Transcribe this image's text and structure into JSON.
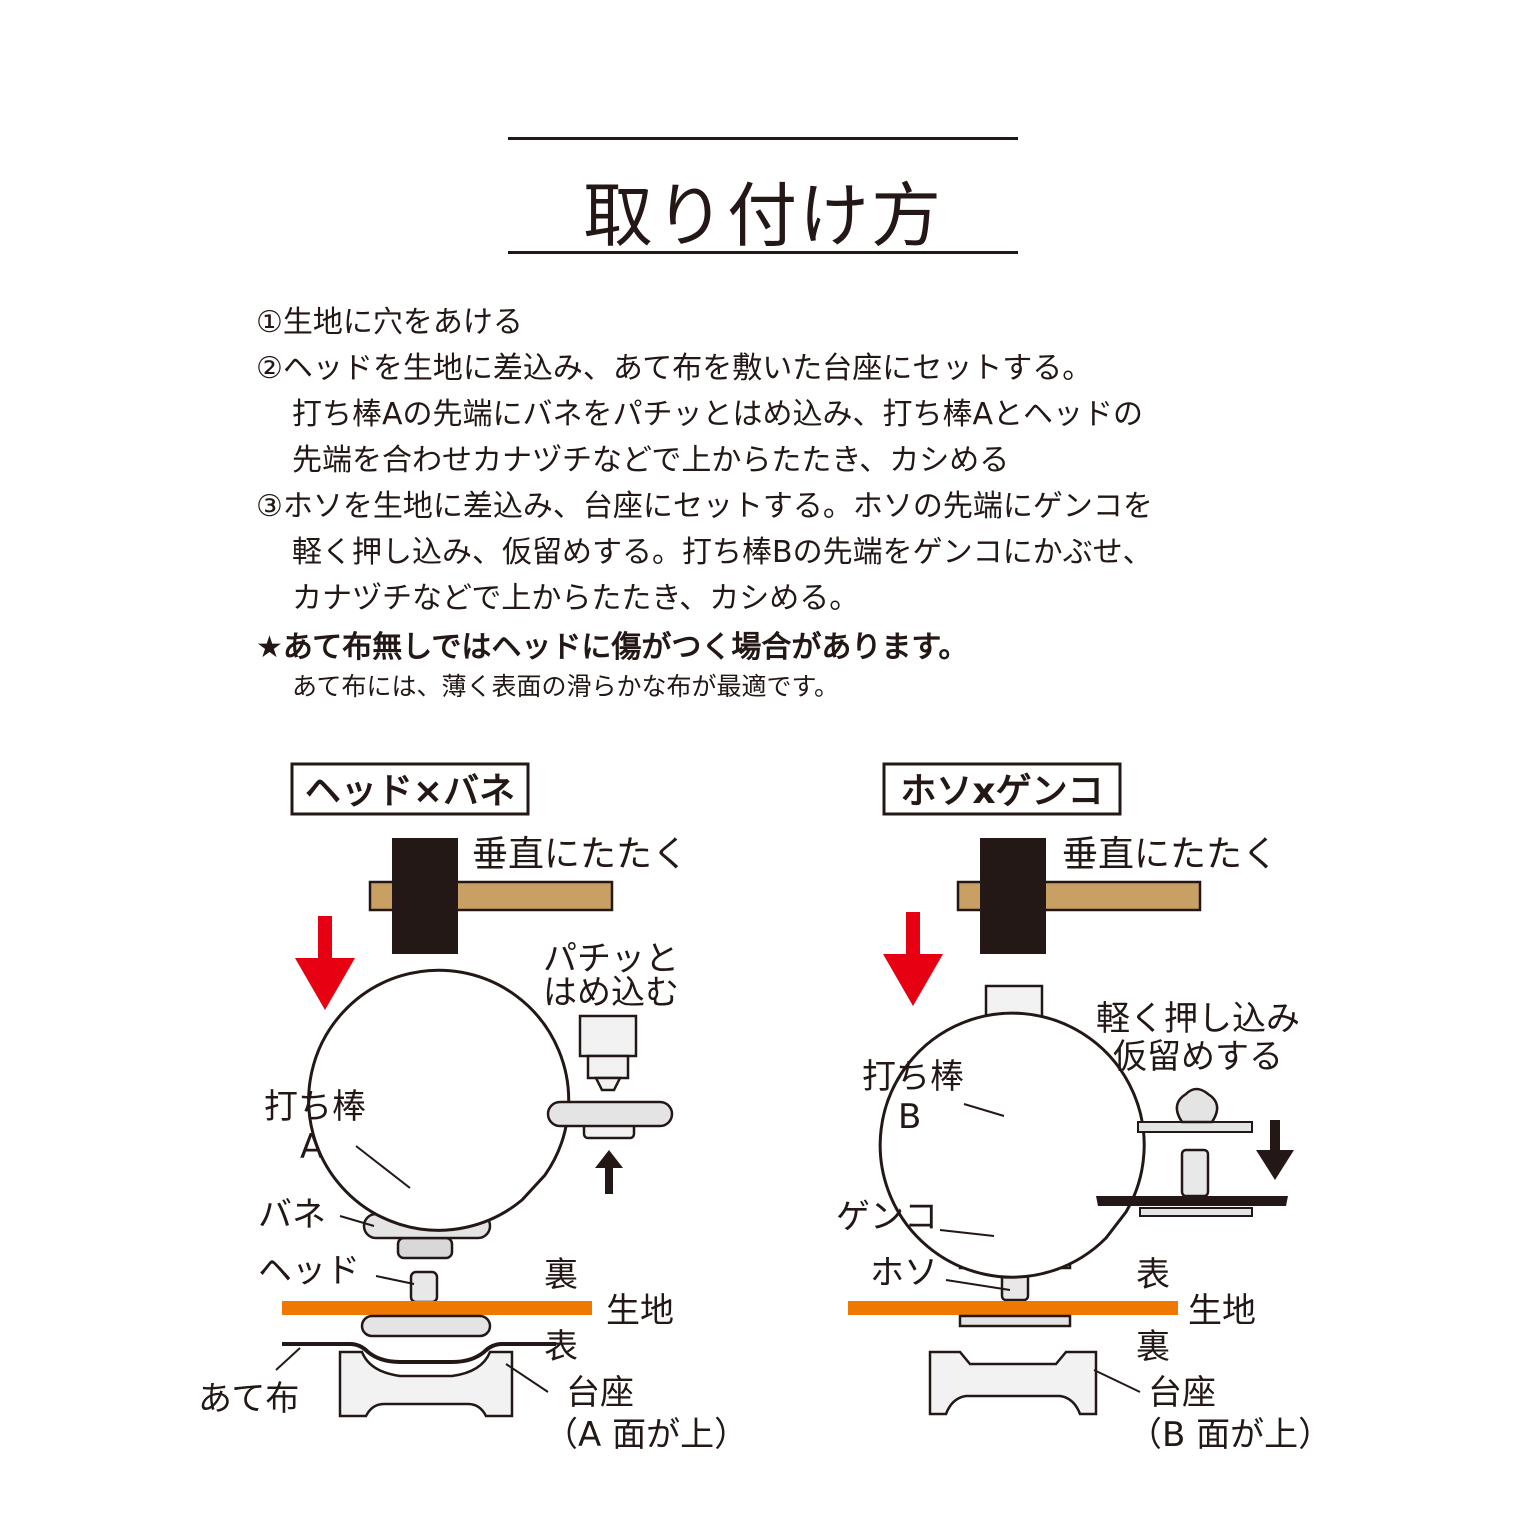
{
  "title": "取り付け方",
  "steps": [
    "①生地に穴をあける",
    "②ヘッドを生地に差込み、あて布を敷いた台座にセットする。",
    "打ち棒Aの先端にバネをパチッとはめ込み、打ち棒Aとヘッドの",
    "先端を合わせカナヅチなどで上からたたき、カシめる",
    "③ホソを生地に差込み、台座にセットする。ホソの先端にゲンコを",
    "軽く押し込み、仮留めする。打ち棒Bの先端をゲンコにかぶせ、",
    "カナヅチなどで上からたたき、カシめる。"
  ],
  "note": "★あて布無しではヘッドに傷がつく場合があります。",
  "subnote": "あて布には、薄く表面の滑らかな布が最適です。",
  "left": {
    "heading": "ヘッド×バネ",
    "hammer_label": "垂直にたたく",
    "callout_line1": "パチッと",
    "callout_line2": "はめ込む",
    "rod_line1": "打ち棒",
    "rod_line2": "A",
    "spring": "バネ",
    "head": "ヘッド",
    "back": "裏",
    "fabric": "生地",
    "front": "表",
    "patch": "あて布",
    "base": "台座",
    "base_face": "（A 面が上）"
  },
  "right": {
    "heading": "ホソxゲンコ",
    "hammer_label": "垂直にたたく",
    "callout_line1": "軽く押し込み",
    "callout_line2": "仮留めする",
    "rod_line1": "打ち棒",
    "rod_line2": "B",
    "genko": "ゲンコ",
    "hoso": "ホソ",
    "front": "表",
    "fabric": "生地",
    "back": "裏",
    "base": "台座",
    "base_face": "（B 面が上）"
  },
  "colors": {
    "ink": "#231815",
    "arrow_red": "#e60012",
    "fabric_orange": "#ee7800",
    "hammer_wood": "#c9a063",
    "metal_light": "#eeeeee",
    "metal_mid": "#cfcfcf"
  }
}
